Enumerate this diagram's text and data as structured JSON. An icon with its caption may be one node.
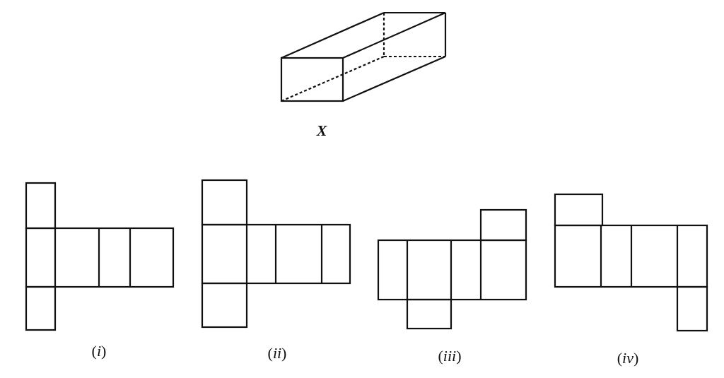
{
  "diagram": {
    "labels": [
      "*X*",
      "(*i*)",
      "(*ii*)",
      "(*iii*)",
      "(*iv*)"
    ]
  }
}
